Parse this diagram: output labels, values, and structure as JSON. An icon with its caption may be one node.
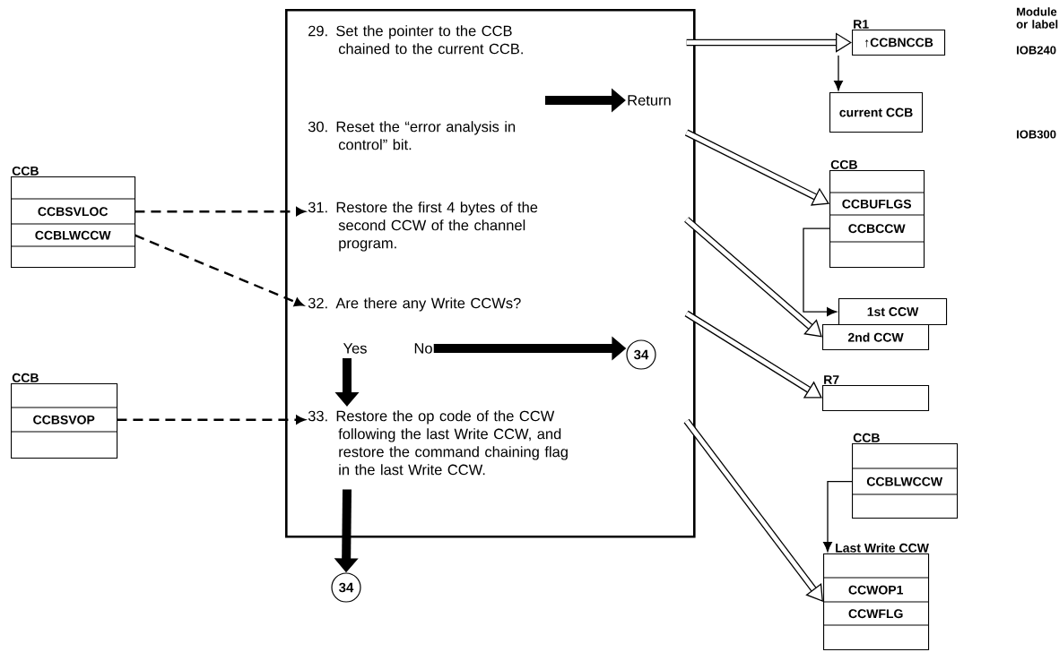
{
  "diagram": {
    "nodes": [
      {
        "text": [],
        "shape": "box"
      },
      {
        "text": [
          "29. Set the pointer to the CCB chained to the current CCB."
        ],
        "in": 0
      },
      {
        "text": [
          "Return"
        ],
        "in": 0
      },
      {
        "text": [
          "30. Reset the “error analysis in control” bit."
        ],
        "in": 0
      },
      {
        "text": [
          "31. Restore the first 4 bytes of the second CCW of the channel program."
        ],
        "in": 0
      },
      {
        "text": [
          "32. Are there any Write CCWs?"
        ],
        "in": 0
      },
      {
        "text": [
          "Yes"
        ],
        "in": 0
      },
      {
        "text": [
          "No"
        ],
        "in": 0
      },
      {
        "text": [
          "34"
        ],
        "in": 0
      },
      {
        "text": [
          "33. Restore the op code of the CCW following the last Write CCW, and restore the command chaining flag in the last Write CCW."
        ],
        "in": 0
      },
      {
        "text": [
          "34"
        ]
      },
      {
        "text": [
          "CCB"
        ]
      },
      {
        "text": [
          "CCBSVLOC"
        ],
        "in": 11
      },
      {
        "text": [
          "CCBLWCCW"
        ],
        "in": 11
      },
      {
        "text": [
          "CCB"
        ]
      },
      {
        "text": [
          "CCBSVOP"
        ],
        "in": 14
      },
      {
        "text": [
          "R1",
          "↑CCBNCCB"
        ]
      },
      {
        "text": [
          "current CCB"
        ]
      },
      {
        "text": [
          "CCB"
        ]
      },
      {
        "text": [
          "CCBUFLGS"
        ],
        "in": 18
      },
      {
        "text": [
          "CCBCCW"
        ],
        "in": 18
      },
      {
        "text": [
          "1st CCW"
        ]
      },
      {
        "text": [
          "2nd CCW"
        ]
      },
      {
        "text": [
          "R7"
        ]
      },
      {
        "text": [
          "CCB"
        ]
      },
      {
        "text": [
          "CCBLWCCW"
        ],
        "in": 24
      },
      {
        "text": [
          "Last Write CCW"
        ]
      },
      {
        "text": [
          "CCWOP1"
        ],
        "in": 26
      },
      {
        "text": [
          "CCWFLG"
        ],
        "in": 26
      }
    ],
    "edges": [
      {
        "from": null,
        "to": 2,
        "arrow": "to"
      },
      {
        "from": 12,
        "to": 4,
        "arrow": "to",
        "style": "dashed"
      },
      {
        "from": 13,
        "to": 5,
        "arrow": "to",
        "style": "dashed"
      },
      {
        "from": 6,
        "to": 9,
        "arrow": "to"
      },
      {
        "from": 7,
        "to": 8,
        "arrow": "to"
      },
      {
        "from": 15,
        "to": 9,
        "arrow": "to",
        "style": "dashed"
      },
      {
        "from": 9,
        "to": 10,
        "arrow": "to"
      },
      {
        "from": 0,
        "to": 16,
        "arrow": "to"
      },
      {
        "from": 0,
        "to": 19,
        "arrow": "to"
      },
      {
        "from": 0,
        "to": 22,
        "arrow": "to"
      },
      {
        "from": 0,
        "to": 23,
        "arrow": "to"
      },
      {
        "from": 0,
        "to": 26,
        "arrow": "to"
      },
      {
        "from": 16,
        "to": 17,
        "arrow": "to"
      },
      {
        "from": 20,
        "to": 21,
        "arrow": "to"
      },
      {
        "from": 25,
        "to": 26,
        "arrow": "to"
      }
    ],
    "labels": [
      "Module or label",
      "IOB240",
      "IOB300"
    ]
  }
}
